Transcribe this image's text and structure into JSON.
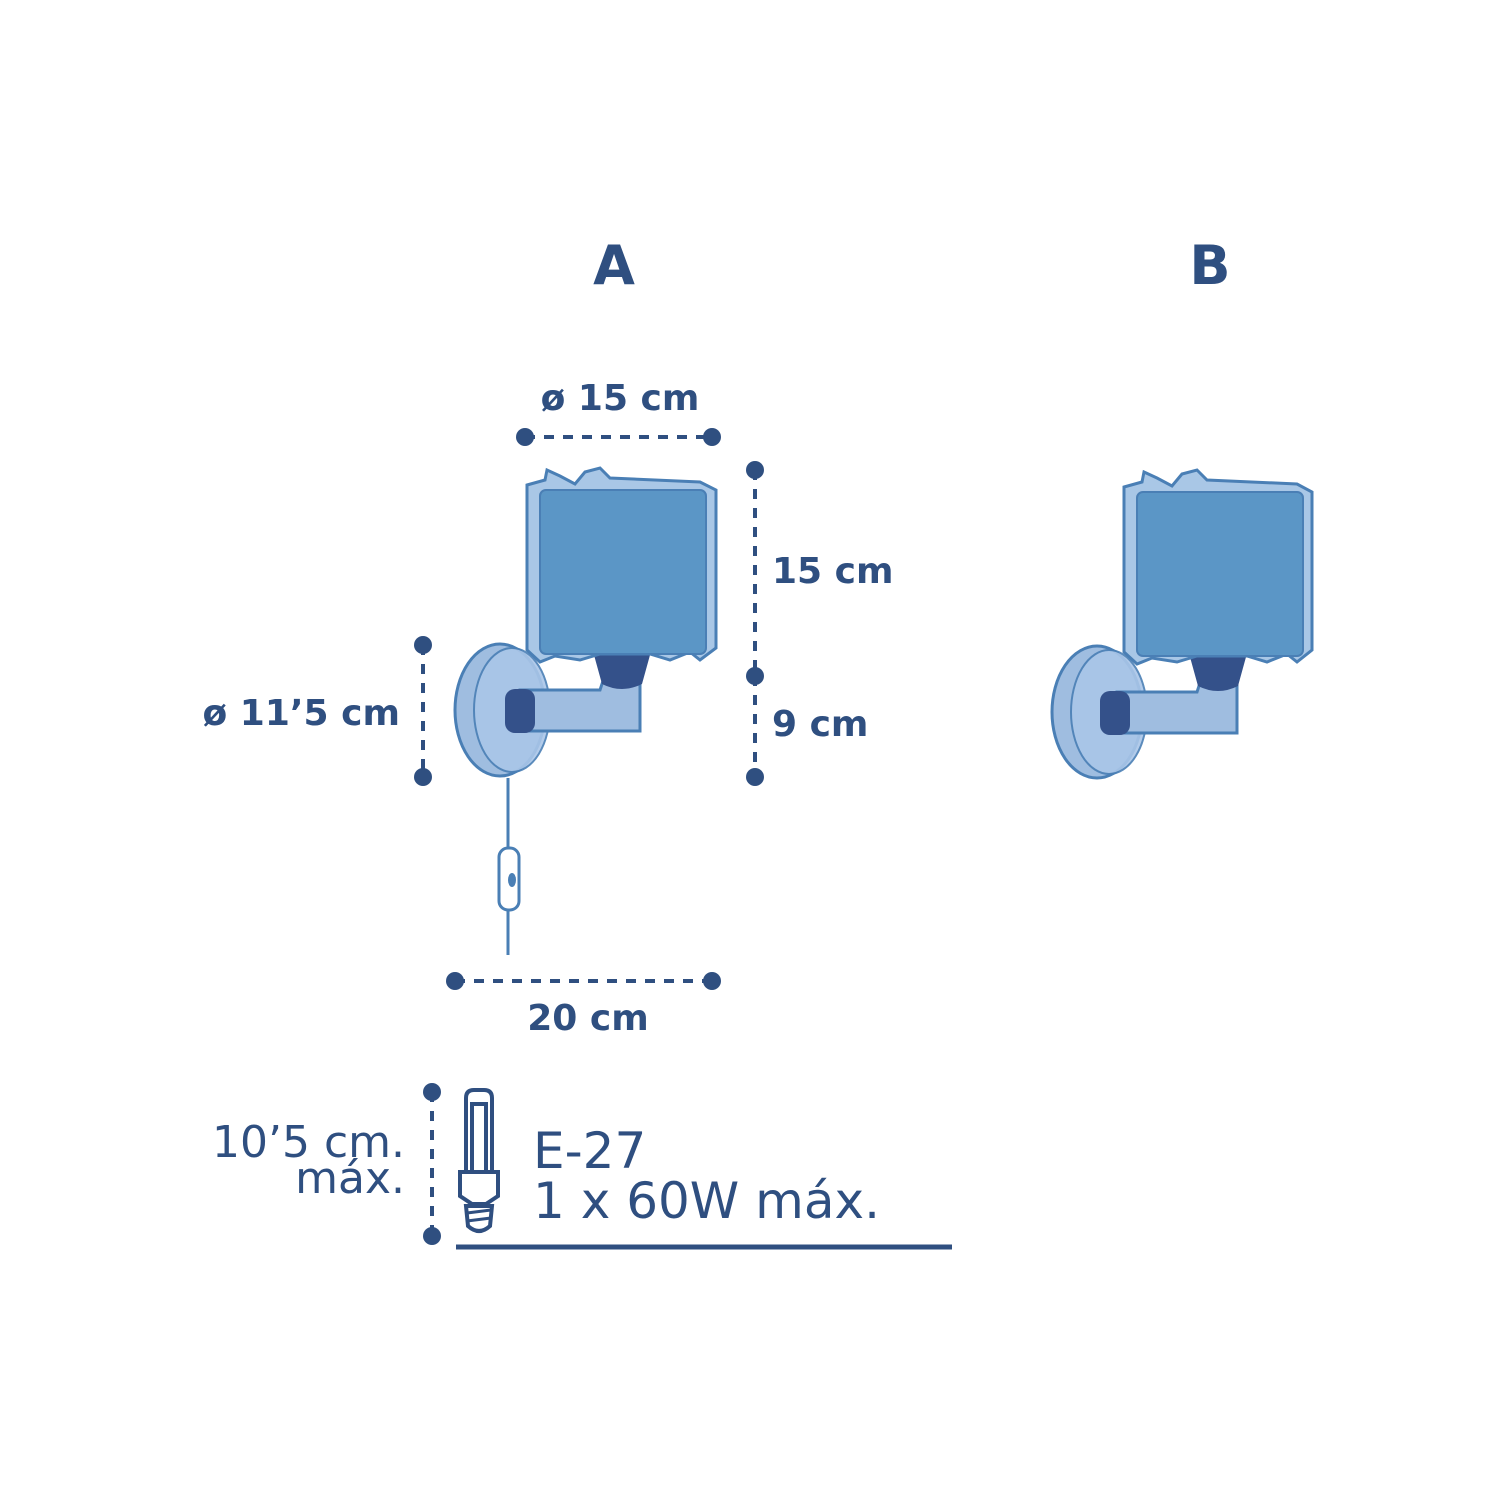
{
  "variants": {
    "a": "A",
    "b": "B"
  },
  "dimensions": {
    "shade_diameter": "ø 15 cm",
    "shade_height": "15 cm",
    "arm_height": "9 cm",
    "base_diameter": "ø 11’5 cm",
    "depth": "20 cm"
  },
  "bulb": {
    "size_line1": "10’5 cm.",
    "size_line2": "máx.",
    "socket": "E-27",
    "power": "1 x 60W máx."
  },
  "colors": {
    "ink": "#2f4f80",
    "shade_fill": "#5b96c6",
    "shade_light": "#a9c7e6",
    "shade_edge": "#4a7fb5",
    "arm_fill": "#9fbde0",
    "socket_dark": "#34518a"
  },
  "icons": {
    "lamp_a": "wall-lamp-with-switch-icon",
    "lamp_b": "wall-lamp-icon",
    "bulb": "energy-saving-bulb-icon"
  }
}
